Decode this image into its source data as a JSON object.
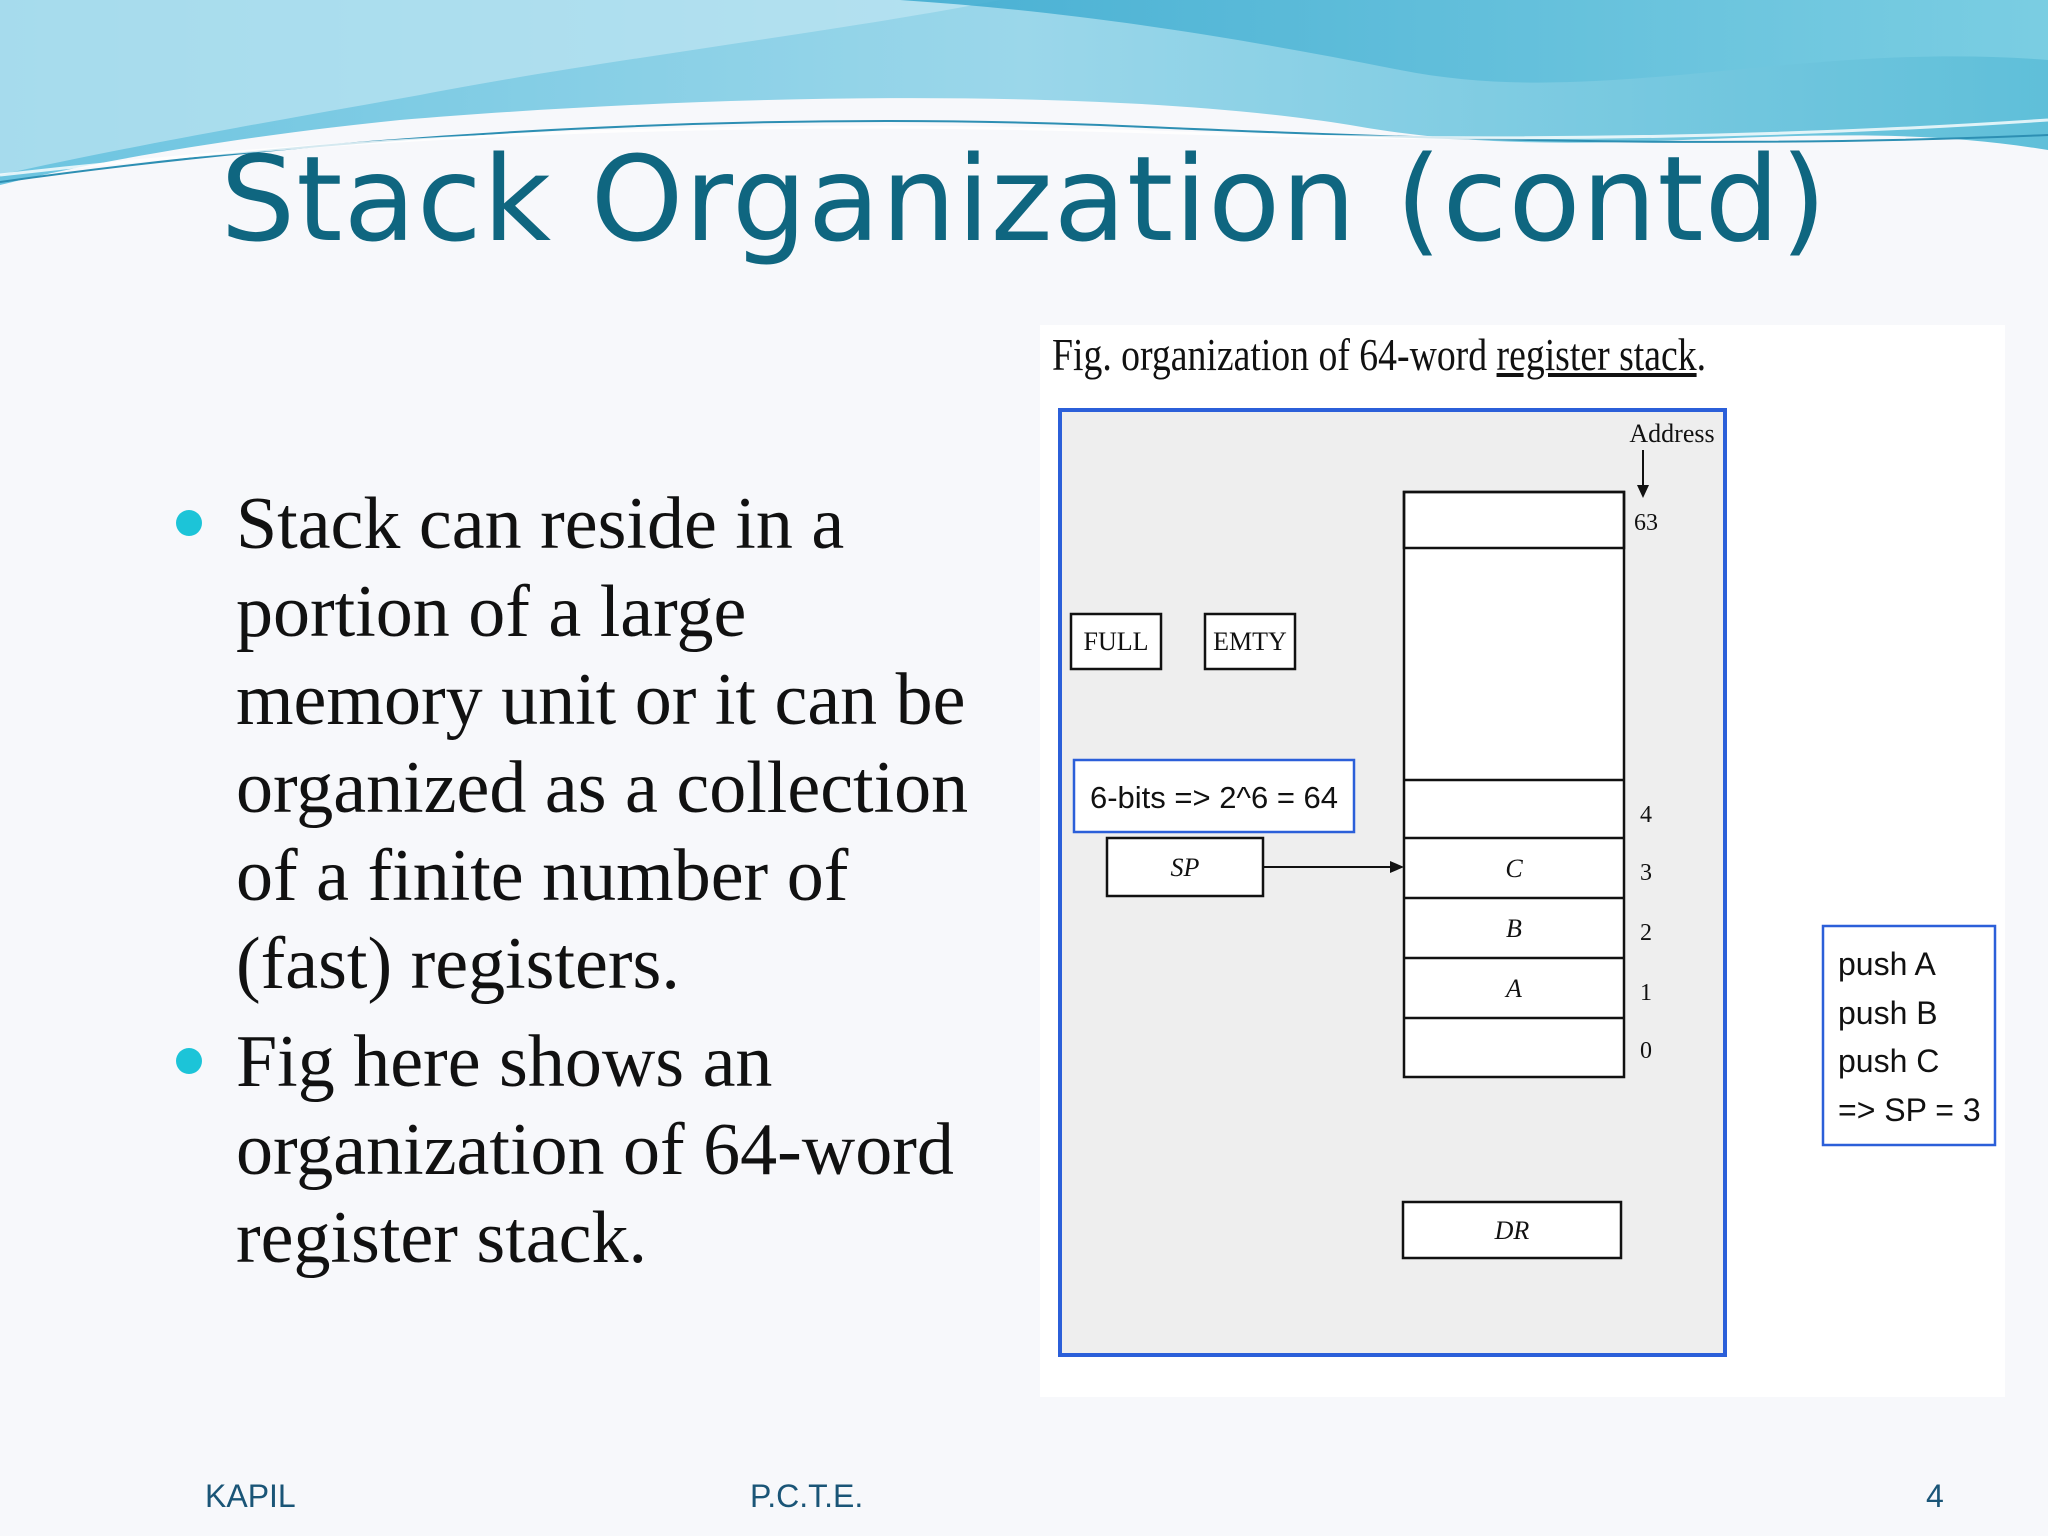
{
  "slide": {
    "title": "Stack Organization (contd)",
    "bullets": [
      "Stack can reside in a portion of a large memory unit or it can be organized as a collection of a finite number of (fast) registers.",
      " Fig here shows an organization of 64-word register stack."
    ],
    "footer": {
      "left": "KAPIL",
      "center": "P.C.T.E.",
      "right": "4"
    }
  },
  "figure": {
    "caption_plain": "Fig. organization of 64-word ",
    "caption_underlined": "register stack",
    "caption_end": ".",
    "address_label": "Address",
    "address_top": "63",
    "flag_full": "FULL",
    "flag_empty": "EMTY",
    "bits_note": "6-bits => 2^6 = 64",
    "sp_label": "SP",
    "dr_label": "DR",
    "registers": [
      {
        "address": "4",
        "content": ""
      },
      {
        "address": "3",
        "content": "C"
      },
      {
        "address": "2",
        "content": "B"
      },
      {
        "address": "1",
        "content": "A"
      },
      {
        "address": "0",
        "content": ""
      }
    ],
    "push_note": [
      "push A",
      "push B",
      "push C",
      "=> SP = 3"
    ]
  },
  "colors": {
    "title": "#0f6680",
    "bullet": "#1cc4d8",
    "figure_border": "#2b5fd9"
  }
}
